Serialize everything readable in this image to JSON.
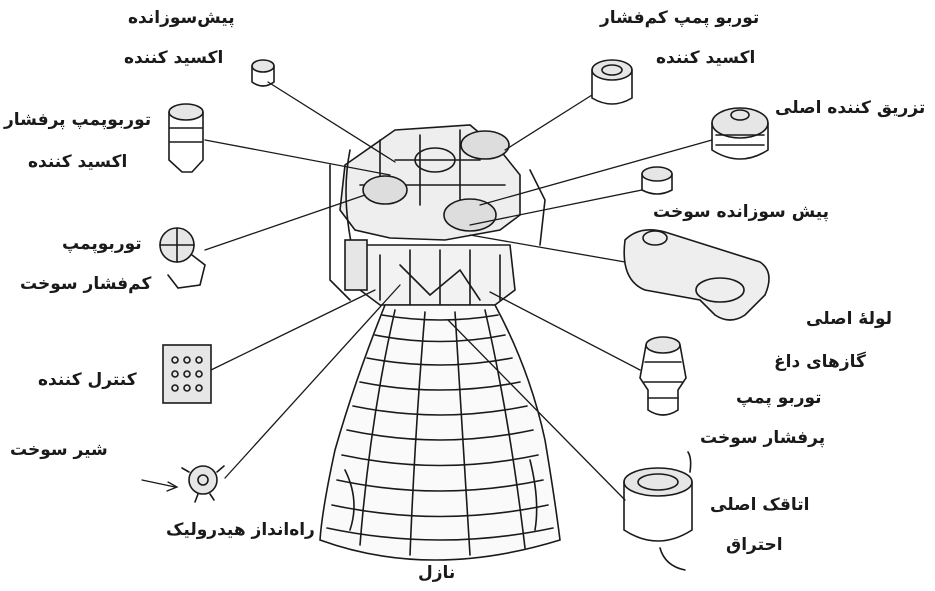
{
  "labels": {
    "oxidizer_preburner": {
      "line1": "پیش‌سوزانده",
      "line2": "اکسید کننده"
    },
    "lp_oxidizer_turbopump": {
      "line1": "توربو پمپ کم‌فشار",
      "line2": "اکسید کننده"
    },
    "main_injector": "تزریق کننده اصلی",
    "hp_oxidizer_turbopump": {
      "line1": "توربوپمپ پرفشار",
      "line2": "اکسید کننده"
    },
    "fuel_preburner": "پیش سوزانده سوخت",
    "lp_fuel_turbopump": {
      "line1": "توربوپمپ",
      "line2": "کم‌فشار سوخت"
    },
    "hot_gas_manifold": {
      "line1": "لولهٔ اصلی",
      "line2": "گازهای داغ"
    },
    "controller": "کنترل کننده",
    "hp_fuel_turbopump": {
      "line1": "توربو پمپ",
      "line2": "پرفشار سوخت"
    },
    "fuel_valve": "شیر سوخت",
    "main_combustion_chamber": {
      "line1": "اتاقک اصلی",
      "line2": "احتراق"
    },
    "hydraulic_actuator": "راه‌انداز هیدرولیک",
    "nozzle": "نازل"
  },
  "colors": {
    "ink": "#1a1a1a",
    "paper": "#ffffff",
    "shade": "#d9d9d9"
  }
}
